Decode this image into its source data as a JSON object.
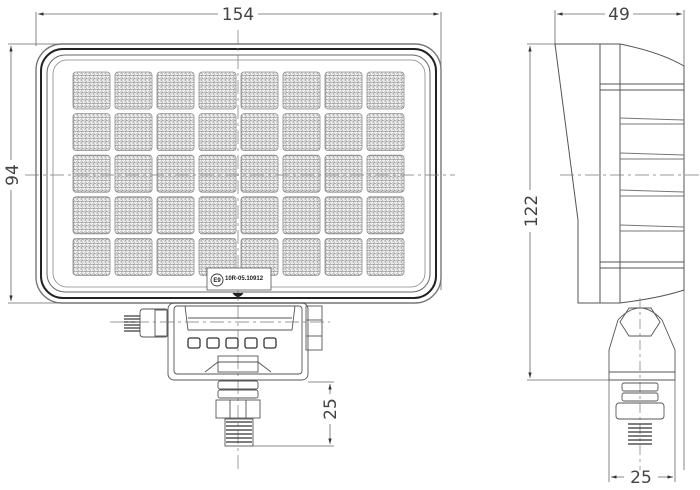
{
  "drawing": {
    "subject": "rectangular LED work lamp with mounting bracket",
    "colors": {
      "line": "#555555",
      "dim_line": "#666666",
      "text": "#444444",
      "cell": "#9a9a9a"
    },
    "front_view": {
      "width_dim": "154",
      "height_dim": "94",
      "bolt_dim": "25",
      "approval_mark": "E9",
      "approval_number": "10R-05.10912",
      "led_grid": {
        "rows": 5,
        "cols": 8
      }
    },
    "side_view": {
      "depth_dim": "49",
      "height_dim": "122",
      "bracket_dim": "25"
    }
  }
}
